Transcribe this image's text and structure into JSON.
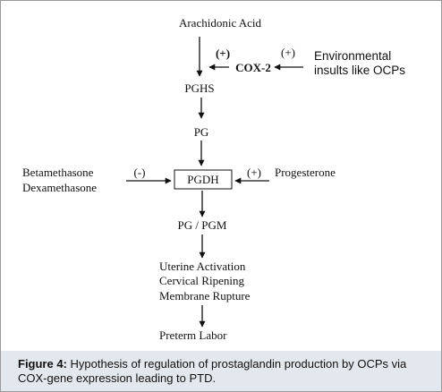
{
  "diagram": {
    "arachidonic_acid": "Arachidonic Acid",
    "plus_bold": "(+)",
    "cox2": "COX-2",
    "plus_env": "(+)",
    "env_line1": "Environmental",
    "env_line2": "insults like OCPs",
    "pghs": "PGHS",
    "pg": "PG",
    "betamethasone": "Betamethasone",
    "dexamethasone": "Dexamethasone",
    "minus": "(-)",
    "pgdh": "PGDH",
    "plus_prog": "(+)",
    "progesterone": "Progesterone",
    "pg_pgm": "PG / PGM",
    "uterine_activation": "Uterine Activation",
    "cervical_ripening": "Cervical Ripening",
    "membrane_rupture": "Membrane Rupture",
    "preterm_labor": "Preterm Labor"
  },
  "caption": {
    "label": "Figure 4:",
    "text": " Hypothesis of regulation of prostaglandin production by OCPs via COX-gene expression leading to PTD."
  }
}
